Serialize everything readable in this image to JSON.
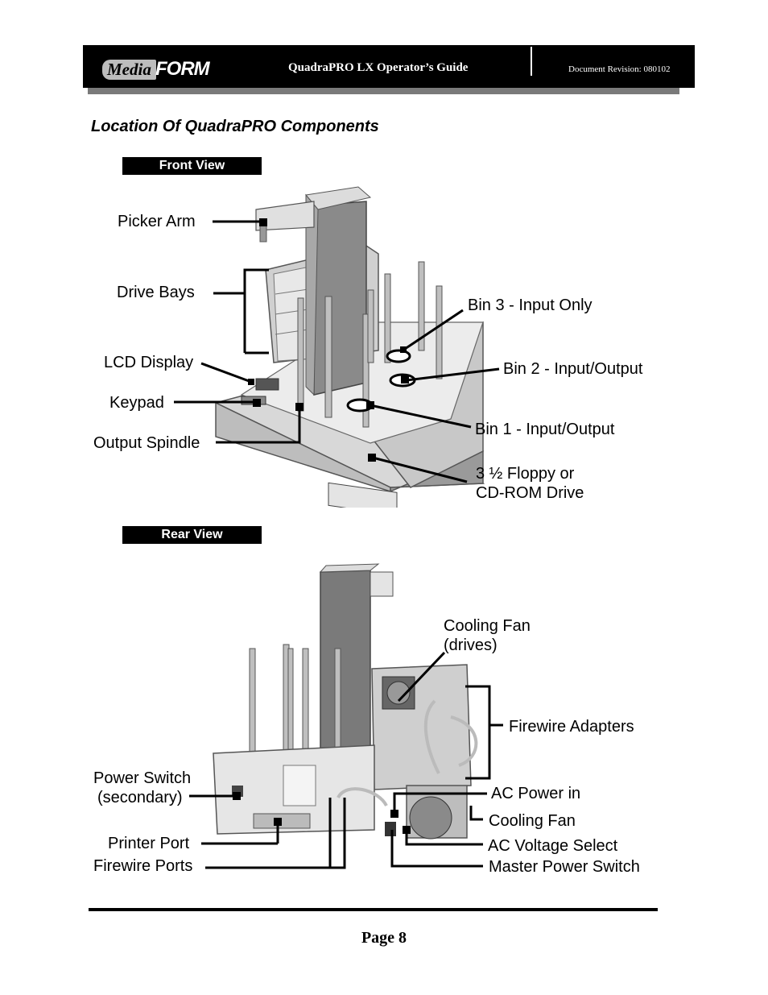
{
  "header": {
    "logo_media": "Media",
    "logo_form": "FORM",
    "title": "QuadraPRO LX Operator’s Guide",
    "revision": "Document Revision: 080102"
  },
  "section_title": "Location Of QuadraPRO Components",
  "front_view": {
    "label": "Front View",
    "callouts": {
      "picker_arm": "Picker Arm",
      "drive_bays": "Drive Bays",
      "lcd_display": "LCD Display",
      "keypad": "Keypad",
      "output_spindle": "Output Spindle",
      "bin3": "Bin 3 - Input Only",
      "bin2": "Bin 2 - Input/Output",
      "bin1": "Bin 1 - Input/Output",
      "floppy_line1": "3 ½ Floppy or",
      "floppy_line2": "CD-ROM Drive"
    }
  },
  "rear_view": {
    "label": "Rear View",
    "callouts": {
      "cooling_fan_drives_line1": "Cooling Fan",
      "cooling_fan_drives_line2": "(drives)",
      "firewire_adapters": "Firewire Adapters",
      "power_switch_line1": "Power Switch",
      "power_switch_line2": "(secondary)",
      "ac_power_in": "AC Power in",
      "cooling_fan": "Cooling Fan",
      "printer_port": "Printer Port",
      "ac_voltage_select": "AC Voltage Select",
      "firewire_ports": "Firewire Ports",
      "master_power_switch": "Master Power Switch"
    }
  },
  "footer": {
    "page": "Page 8"
  }
}
